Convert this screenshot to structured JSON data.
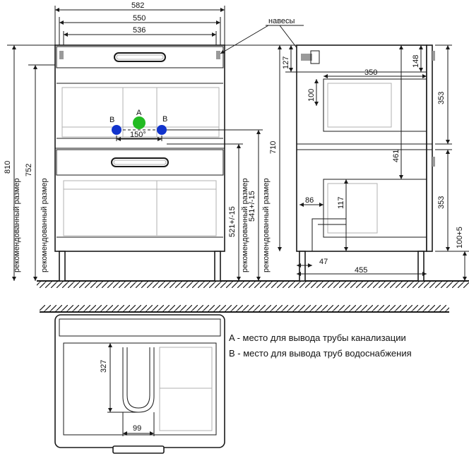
{
  "front": {
    "dims": {
      "w582": "582",
      "w550": "550",
      "w536": "536",
      "w150": "150°",
      "h810": "810",
      "h752": "752",
      "h710": "710",
      "h521": "521+/-15",
      "h541": "541+/-15"
    },
    "recommended": "рекомендованный размер",
    "labels": {
      "a": "A",
      "b": "B"
    }
  },
  "hinges": "навесы",
  "side": {
    "dims": {
      "h127": "127",
      "h100": "100",
      "w350": "350",
      "h148": "148",
      "h353a": "353",
      "h461": "461",
      "w86": "86",
      "h117": "117",
      "h353b": "353",
      "h100_5": "100+5",
      "w47": "47",
      "w455": "455"
    }
  },
  "plan": {
    "dims": {
      "h327": "327",
      "w99": "99"
    }
  },
  "legend": {
    "a": "A - место для вывода трубы канализации",
    "b": "B - место для вывода труб водоснабжения"
  },
  "colors": {
    "sewer": "#22bb22",
    "water": "#1133cc",
    "line": "#1a1a1a"
  }
}
